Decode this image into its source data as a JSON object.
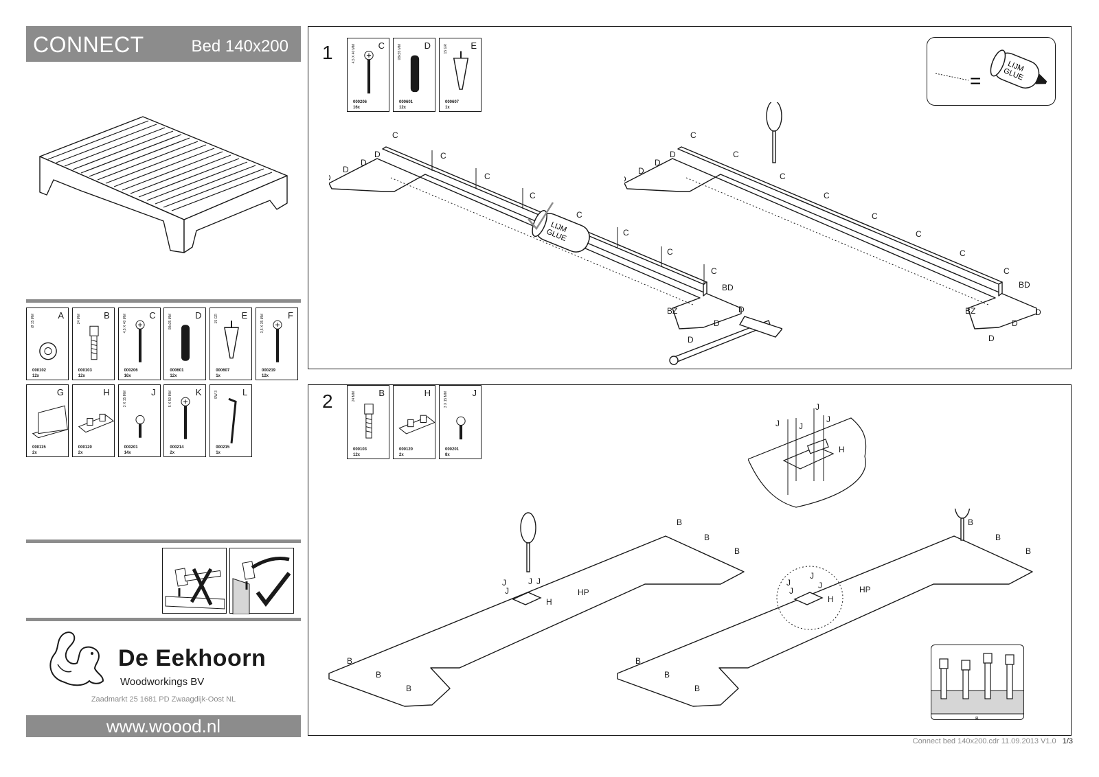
{
  "header": {
    "product": "CONNECT",
    "model": "Bed 140x200"
  },
  "parts": [
    {
      "letter": "A",
      "dim": "Ø 15 MM",
      "code": "000102",
      "qty": "12x",
      "icon": "cam-lock-icon"
    },
    {
      "letter": "B",
      "dim": "24 MM",
      "code": "000103",
      "qty": "12x",
      "icon": "cam-bolt-icon"
    },
    {
      "letter": "C",
      "dim": "4,5 X 40 MM",
      "code": "000206",
      "qty": "16x",
      "icon": "screw-icon"
    },
    {
      "letter": "D",
      "dim": "08x35 MM",
      "code": "000601",
      "qty": "12x",
      "icon": "dowel-icon"
    },
    {
      "letter": "E",
      "dim": "15 GR",
      "code": "000607",
      "qty": "1x",
      "icon": "glue-icon"
    },
    {
      "letter": "F",
      "dim": "3,5 X 35 MM",
      "code": "000219",
      "qty": "12x",
      "icon": "screw-icon"
    },
    {
      "letter": "G",
      "dim": "",
      "code": "000115",
      "qty": "2x",
      "icon": "bracket-icon"
    },
    {
      "letter": "H",
      "dim": "",
      "code": "000120",
      "qty": "2x",
      "icon": "plate-icon"
    },
    {
      "letter": "J",
      "dim": "3 X 15 MM",
      "code": "000201",
      "qty": "14x",
      "icon": "small-screw-icon"
    },
    {
      "letter": "K",
      "dim": "5 X 50 MM",
      "code": "000214",
      "qty": "2x",
      "icon": "screw-icon"
    },
    {
      "letter": "L",
      "dim": "SW 3",
      "code": "000215",
      "qty": "1x",
      "icon": "allen-key-icon"
    }
  ],
  "step1": {
    "number": "1",
    "parts": [
      {
        "letter": "C",
        "dim": "4,5 X 40 MM",
        "code": "000206",
        "qty": "16x"
      },
      {
        "letter": "D",
        "dim": "08x35 MM",
        "code": "000601",
        "qty": "12x"
      },
      {
        "letter": "E",
        "dim": "15 GR",
        "code": "000607",
        "qty": "1x"
      }
    ],
    "glue_text_1": "LIJM",
    "glue_text_2": "GLUE",
    "glue_equals": "=",
    "labels": {
      "c": "C",
      "d": "D",
      "bd": "BD",
      "bz": "BZ"
    }
  },
  "step2": {
    "number": "2",
    "parts": [
      {
        "letter": "B",
        "dim": "24 MM",
        "code": "000103",
        "qty": "12x"
      },
      {
        "letter": "H",
        "dim": "",
        "code": "000120",
        "qty": "2x"
      },
      {
        "letter": "J",
        "dim": "3 X 15 MM",
        "code": "000201",
        "qty": "8x"
      }
    ],
    "labels": {
      "b": "B",
      "j": "J",
      "h": "H",
      "hp": "HP"
    },
    "detail_label": "B"
  },
  "brand": {
    "name": "De Eekhoorn",
    "sub": "Woodworkings BV",
    "address": "Zaadmarkt 25   1681 PD Zwaagdijk-Oost NL",
    "website": "www.woood.nl"
  },
  "footer": {
    "file": "Connect bed 140x200.cdr 11.09.2013 V1.0",
    "page": "1/3"
  }
}
